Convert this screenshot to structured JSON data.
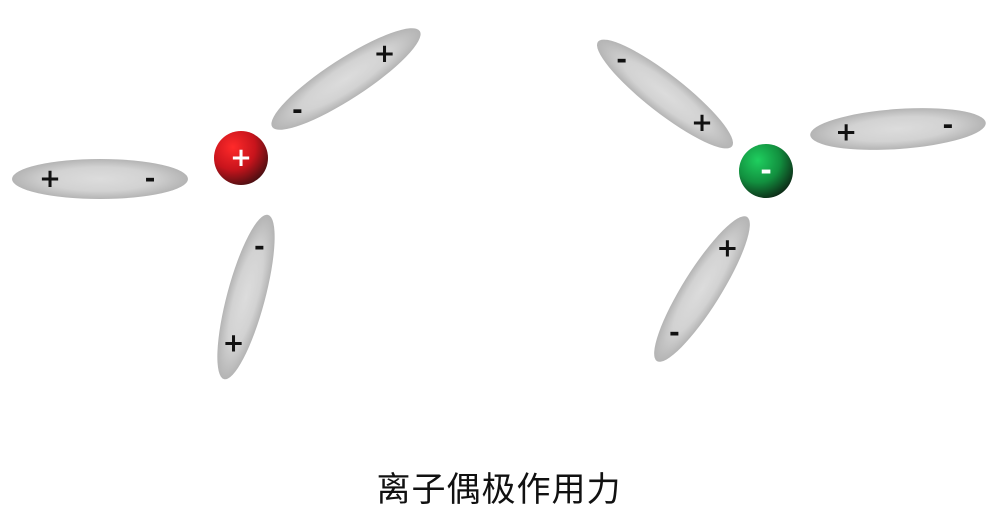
{
  "caption": "离子偶极作用力",
  "colors": {
    "dipole_fill_center": "#dcdcdc",
    "dipole_fill_edge": "#b4b4b4",
    "cation_light": "#ff2a2a",
    "cation_dark": "#4a0f12",
    "anion_light": "#1fcf5f",
    "anion_dark": "#0d2a16"
  },
  "groups": [
    {
      "name": "cation-group",
      "ion": {
        "name": "cation",
        "sign": "+",
        "color": "red"
      },
      "dipoles": [
        {
          "name": "dipole-upper-right",
          "sign_a": "+",
          "sign_b": "-"
        },
        {
          "name": "dipole-left",
          "sign_a": "+",
          "sign_b": "-"
        },
        {
          "name": "dipole-lower",
          "sign_a": "-",
          "sign_b": "+"
        }
      ]
    },
    {
      "name": "anion-group",
      "ion": {
        "name": "anion",
        "sign": "-",
        "color": "green"
      },
      "dipoles": [
        {
          "name": "dipole-upper-left",
          "sign_a": "-",
          "sign_b": "+"
        },
        {
          "name": "dipole-right",
          "sign_a": "+",
          "sign_b": "-"
        },
        {
          "name": "dipole-lower-left",
          "sign_a": "+",
          "sign_b": "-"
        }
      ]
    }
  ]
}
